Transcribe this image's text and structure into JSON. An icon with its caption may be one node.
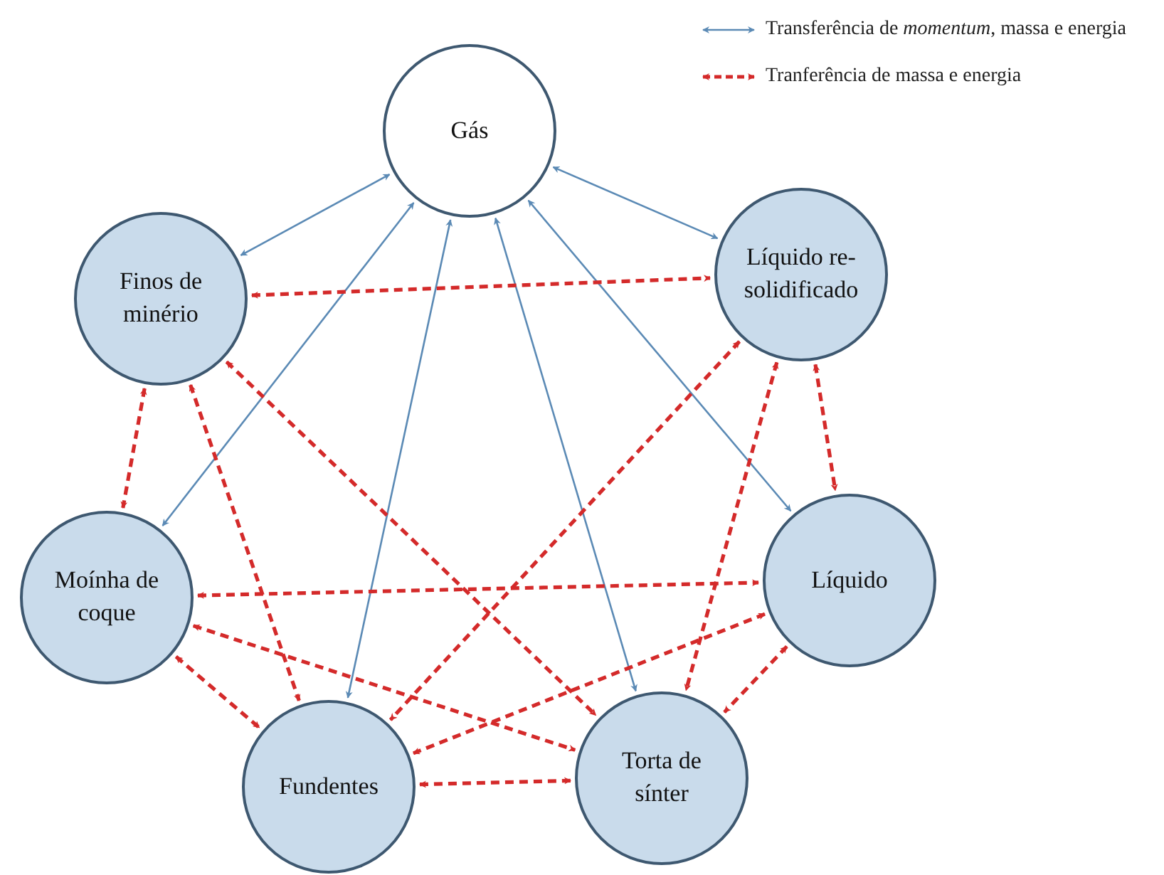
{
  "diagram": {
    "nodes": [
      {
        "text": [
          "Gás"
        ]
      },
      {
        "text": [
          "Finos de minério"
        ]
      },
      {
        "text": [
          "Líquido re- solidificado"
        ]
      },
      {
        "text": [
          "Moínha de coque"
        ]
      },
      {
        "text": [
          "Líquido"
        ]
      },
      {
        "text": [
          "Fundentes"
        ]
      },
      {
        "text": [
          "Torta de sínter"
        ]
      }
    ],
    "edges": [
      {
        "from": 0,
        "to": 1,
        "arrow": "both",
        "color": "#5b8ab5"
      },
      {
        "from": 0,
        "to": 2,
        "arrow": "both",
        "color": "#5b8ab5"
      },
      {
        "from": 0,
        "to": 3,
        "arrow": "both",
        "color": "#5b8ab5"
      },
      {
        "from": 0,
        "to": 5,
        "arrow": "both",
        "color": "#5b8ab5"
      },
      {
        "from": 0,
        "to": 6,
        "arrow": "both",
        "color": "#5b8ab5"
      },
      {
        "from": 0,
        "to": 4,
        "arrow": "both",
        "color": "#5b8ab5"
      },
      {
        "from": 1,
        "to": 2,
        "arrow": "both",
        "style": "dashed"
      },
      {
        "from": 1,
        "to": 3,
        "arrow": "both",
        "style": "dashed"
      },
      {
        "from": 1,
        "to": 5,
        "arrow": "both",
        "style": "dashed"
      },
      {
        "from": 1,
        "to": 6,
        "arrow": "both",
        "style": "dashed"
      },
      {
        "from": 2,
        "to": 5,
        "arrow": "both",
        "style": "dashed"
      },
      {
        "from": 2,
        "to": 6,
        "arrow": "both",
        "style": "dashed"
      },
      {
        "from": 2,
        "to": 4,
        "arrow": "both",
        "style": "dashed"
      },
      {
        "from": 3,
        "to": 4,
        "arrow": "both",
        "style": "dashed"
      },
      {
        "from": 3,
        "to": 6,
        "arrow": "both",
        "style": "dashed"
      },
      {
        "from": 3,
        "to": 5,
        "arrow": "both",
        "style": "dashed"
      },
      {
        "from": 4,
        "to": 5,
        "arrow": "both",
        "style": "dashed"
      },
      {
        "from": 4,
        "to": 6,
        "arrow": "both",
        "style": "dashed"
      },
      {
        "from": 5,
        "to": 6,
        "arrow": "both",
        "style": "dashed"
      }
    ],
    "legend": [
      {
        "text": "Transferência de *momentum*, massa e energia"
      },
      {
        "text": "Tranferência de massa e energia"
      }
    ]
  }
}
